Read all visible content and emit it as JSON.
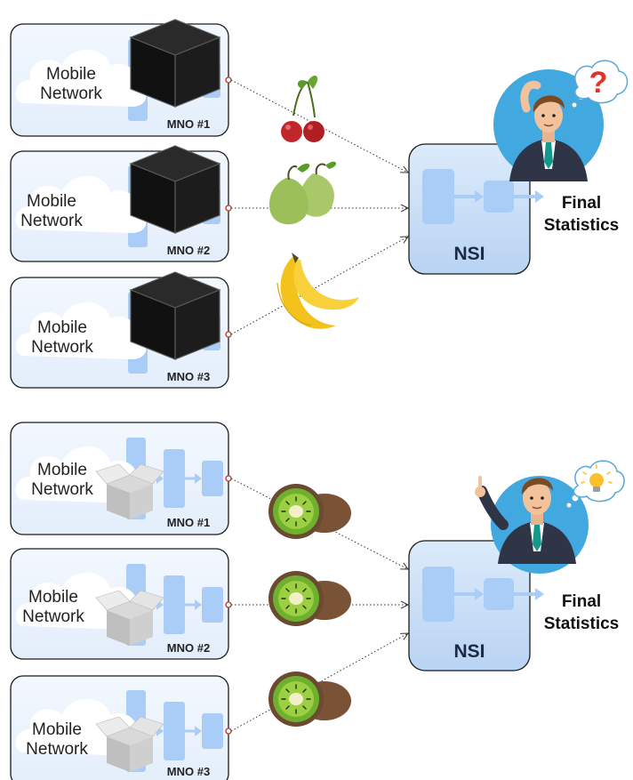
{
  "top": {
    "mnos": [
      {
        "network_label_line1": "Mobile",
        "network_label_line2": "Network",
        "mno_label": "MNO #1",
        "fruit": "cherry-icon"
      },
      {
        "network_label_line1": "Mobile",
        "network_label_line2": "Network",
        "mno_label": "MNO #2",
        "fruit": "pear-icon"
      },
      {
        "network_label_line1": "Mobile",
        "network_label_line2": "Network",
        "mno_label": "MNO #3",
        "fruit": "banana-icon"
      }
    ],
    "nsi_label": "NSI",
    "output_line1": "Final",
    "output_line2": "Statistics",
    "thought": "?"
  },
  "bottom": {
    "mnos": [
      {
        "network_label_line1": "Mobile",
        "network_label_line2": "Network",
        "mno_label": "MNO #1",
        "fruit": "kiwi-icon"
      },
      {
        "network_label_line1": "Mobile",
        "network_label_line2": "Network",
        "mno_label": "MNO #2",
        "fruit": "kiwi-icon"
      },
      {
        "network_label_line1": "Mobile",
        "network_label_line2": "Network",
        "mno_label": "MNO #3",
        "fruit": "kiwi-icon"
      }
    ],
    "nsi_label": "NSI",
    "output_line1": "Final",
    "output_line2": "Statistics",
    "thought": "lightbulb-icon"
  },
  "colors": {
    "panel_fill": "#eef5fd",
    "block_fill": "#a9cdf7",
    "nsi_fill": "#c9def7",
    "black_box": "#1a1a1a",
    "avatar_bg": "#42a8e0"
  }
}
